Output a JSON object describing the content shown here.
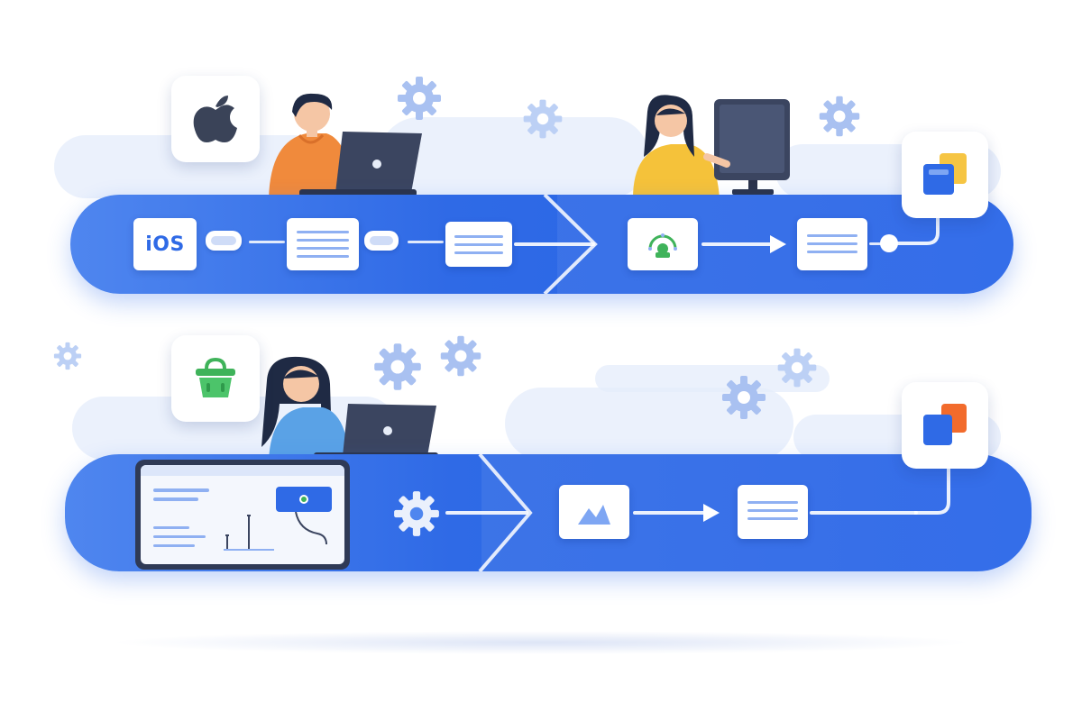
{
  "diagram": {
    "top_row": {
      "platform_badge_icon": "apple-logo-icon",
      "input_label": "iOS",
      "output_badge_icon": "stacked-windows-icon",
      "steps": [
        "pill-connector",
        "document-card",
        "pill-connector",
        "document-card",
        "merge-arrow",
        "dashboard-card",
        "document-card",
        "output-node"
      ]
    },
    "bottom_row": {
      "platform_badge_icon": "shopping-basket-icon",
      "output_badge_icon": "stacked-windows-icon",
      "steps": [
        "tablet-dashboard",
        "gear-node",
        "merge-arrow",
        "image-card",
        "document-card",
        "output-node"
      ]
    },
    "people": [
      "developer-laptop",
      "developer-monitor",
      "developer-laptop"
    ]
  },
  "colors": {
    "band_blue": "#2563e8",
    "band_light": "#4f86ef",
    "card_line": "#8fb0f2",
    "gear_blue": "#a9c1f1",
    "basket_green": "#3fb35a",
    "orange_hoodie": "#f08a3c",
    "yellow_sweater": "#f5c23a",
    "blue_sweater": "#5aa2e6",
    "laptop_dark": "#3b4560",
    "badge_orange": "#f26b2c",
    "badge_yellow": "#f6c543"
  }
}
